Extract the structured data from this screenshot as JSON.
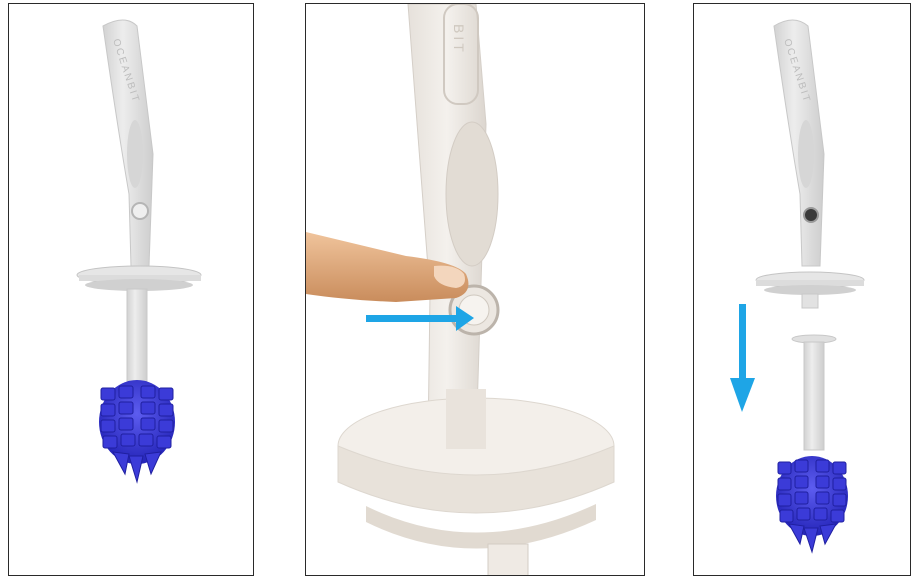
{
  "figure": {
    "panels": [
      {
        "id": "brush-assembled",
        "handle_text": "OCEANBIT"
      },
      {
        "id": "press-release-button",
        "handle_text": "BIT"
      },
      {
        "id": "brush-head-released",
        "handle_text": "OCEANBIT"
      }
    ]
  },
  "colors": {
    "handle": "#e4e4e4",
    "bristles": "#3a3ad6",
    "arrow": "#1ea5e6",
    "finger": "#e0aa7c",
    "frame": "#2a2a2a"
  },
  "icons": [
    "down-arrow-icon",
    "right-arrow-icon",
    "finger-icon"
  ]
}
